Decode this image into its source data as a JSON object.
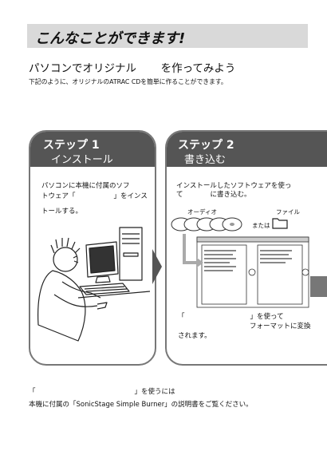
{
  "banner": {
    "title": "こんなことができます!"
  },
  "heading": {
    "part1": "パソコンでオリジナル",
    "part2": "を作ってみよう"
  },
  "subtitle": "下記のように、オリジナルのATRAC CDを簡単に作ることができます。",
  "step1": {
    "title": "ステップ 1",
    "subtitle": "インストール",
    "line1": "パソコンに本機に付属のソフ",
    "line2_a": "トウェア「",
    "line2_b": "」をインス",
    "line3": "トールする。"
  },
  "step2": {
    "title": "ステップ 2",
    "subtitle": "書き込む",
    "line1": "インストールしたソフトウェアを使っ",
    "line2": "て　　　　に書き込む。",
    "audio_label": "オーディオ",
    "file_label": "ファイル",
    "or_label": "または",
    "bottom1_a": "「",
    "bottom1_b": "」を使って",
    "bottom2": "フォーマットに変換",
    "bottom3": "されます。"
  },
  "footer": {
    "line1_a": "「",
    "line1_b": "」を使うには",
    "line2": "本機に付属の「SonicStage Simple Burner」の説明書をご覧ください。"
  }
}
